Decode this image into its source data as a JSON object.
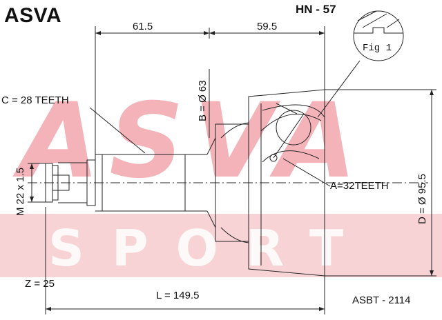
{
  "brand": "ASVA",
  "part_number": "HN - 57",
  "watermark": {
    "top": "ASVA",
    "bottom": "SPORT"
  },
  "figure_label": "Fig 1",
  "dimensions": {
    "width_left": "61.5",
    "width_right": "59.5",
    "bell_diameter": "B = Ø 63",
    "outer_diameter": "D = Ø 95.5",
    "outer_teeth": "C = 28 TEETH",
    "inner_teeth": "A=32TEETH",
    "thread": "M 22 x 1.5",
    "abs_teeth": "Z = 25",
    "length": "L = 149.5"
  },
  "catalog_code": "ASBT - 2114",
  "colors": {
    "watermark": "#e13746",
    "line": "#222222"
  }
}
